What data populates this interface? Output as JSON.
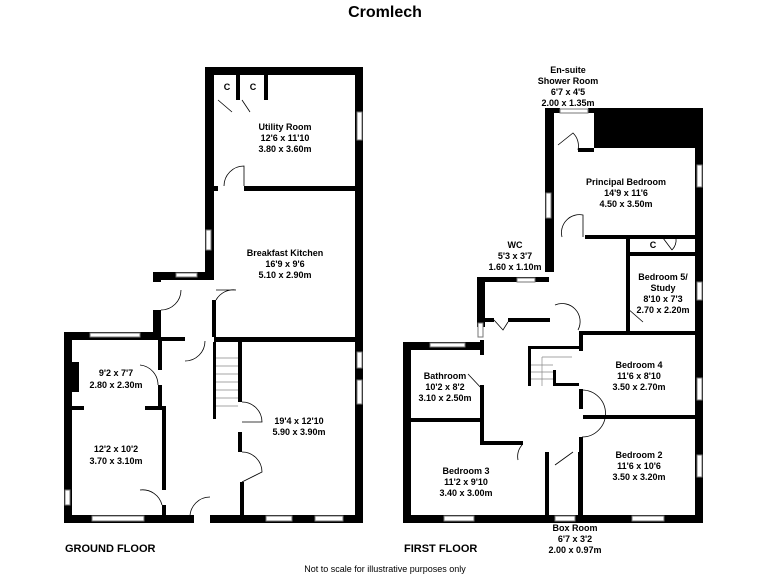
{
  "title": "Cromlech",
  "note": "Not to scale for illustrative purposes only",
  "ground_floor": {
    "label": "GROUND FLOOR",
    "cupboard_label": "C",
    "rooms": [
      {
        "name": "Utility Room",
        "imperial": "12'6 x 11'10",
        "metric": "3.80 x 3.60m"
      },
      {
        "name": "Breakfast Kitchen",
        "imperial": "16'9 x 9'6",
        "metric": "5.10 x 2.90m"
      },
      {
        "name": "",
        "imperial": "9'2 x 7'7",
        "metric": "2.80 x 2.30m"
      },
      {
        "name": "",
        "imperial": "12'2 x 10'2",
        "metric": "3.70 x 3.10m"
      },
      {
        "name": "",
        "imperial": "19'4 x 12'10",
        "metric": "5.90 x 3.90m"
      }
    ]
  },
  "first_floor": {
    "label": "FIRST FLOOR",
    "cupboard_label": "C",
    "rooms": [
      {
        "name": "En-suite",
        "name2": "Shower Room",
        "imperial": "6'7 x 4'5",
        "metric": "2.00 x 1.35m"
      },
      {
        "name": "Principal Bedroom",
        "imperial": "14'9 x 11'6",
        "metric": "4.50 x 3.50m"
      },
      {
        "name": "WC",
        "imperial": "5'3 x 3'7",
        "metric": "1.60 x 1.10m"
      },
      {
        "name": "Bedroom 5/",
        "name2": "Study",
        "imperial": "8'10 x 7'3",
        "metric": "2.70 x 2.20m"
      },
      {
        "name": "Bathroom",
        "imperial": "10'2 x 8'2",
        "metric": "3.10 x 2.50m"
      },
      {
        "name": "Bedroom 4",
        "imperial": "11'6 x 8'10",
        "metric": "3.50 x 2.70m"
      },
      {
        "name": "Bedroom 3",
        "imperial": "11'2 x 9'10",
        "metric": "3.40 x 3.00m"
      },
      {
        "name": "Bedroom 2",
        "imperial": "11'6 x 10'6",
        "metric": "3.50 x 3.20m"
      },
      {
        "name": "Box Room",
        "imperial": "6'7 x 3'2",
        "metric": "2.00 x 0.97m"
      }
    ]
  }
}
